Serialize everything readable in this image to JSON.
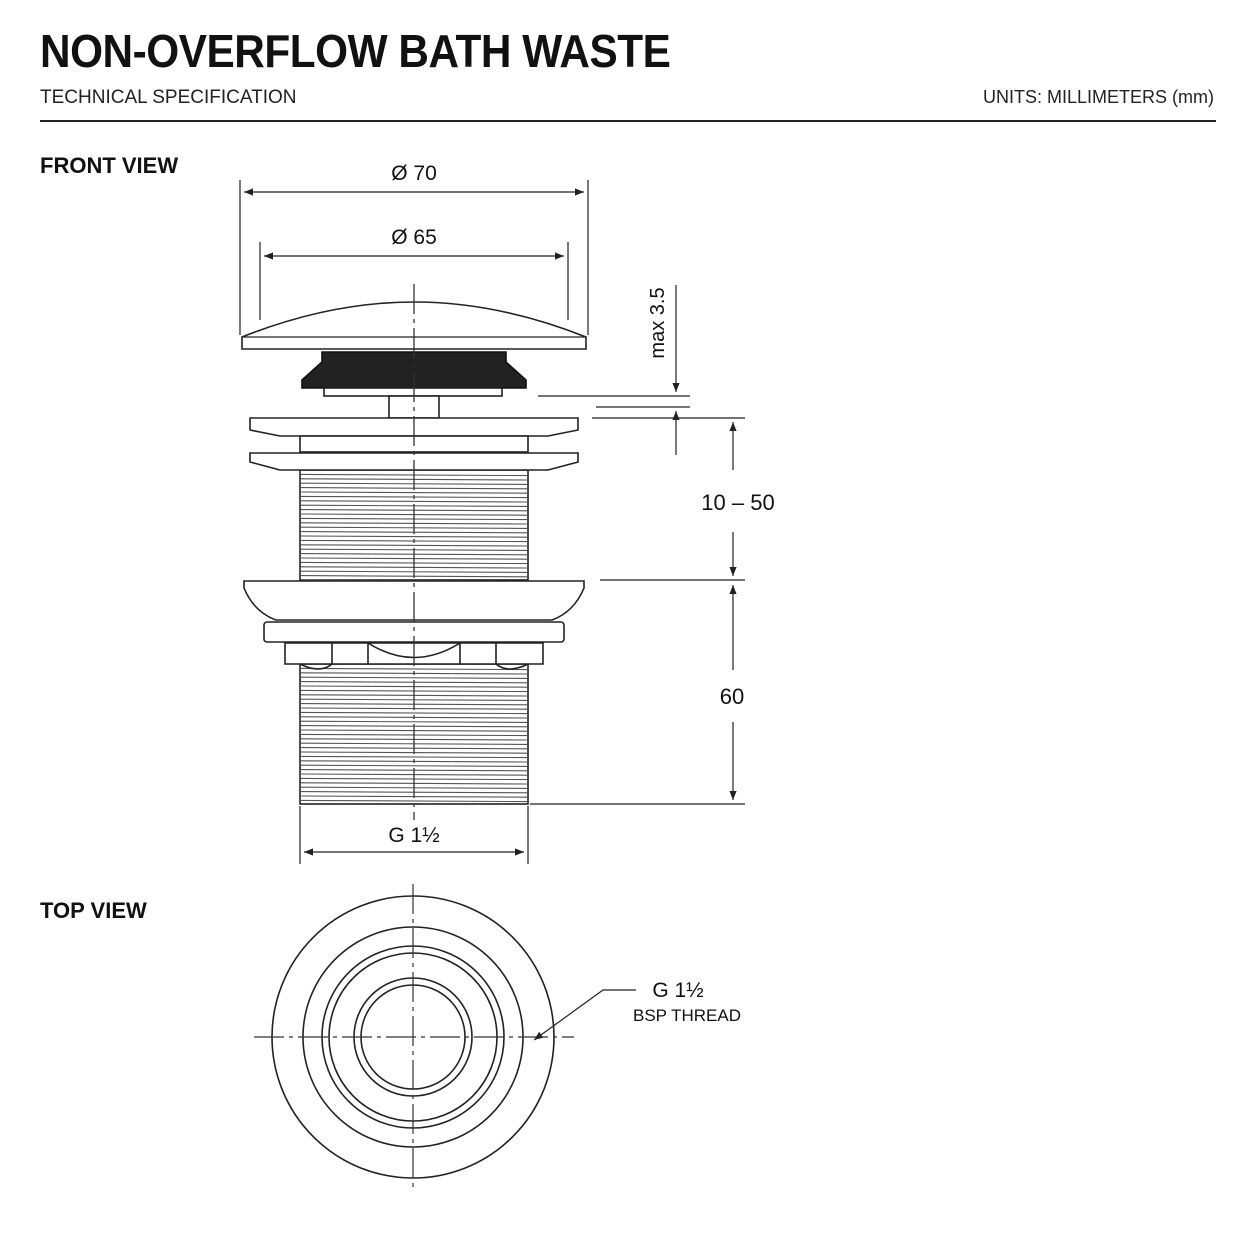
{
  "header": {
    "title": "NON-OVERFLOW BATH WASTE",
    "subtitle": "TECHNICAL SPECIFICATION",
    "units": "UNITS: MILLIMETERS (mm)"
  },
  "sections": {
    "front_view": "FRONT VIEW",
    "top_view": "TOP VIEW"
  },
  "dimensions": {
    "cap_outer_diameter": "Ø 70",
    "cap_inner_diameter": "Ø 65",
    "cap_height": "max 3.5",
    "clamping_range": "10 – 50",
    "body_length": "60",
    "thread_size": "G 1½"
  },
  "top_view_callout": {
    "thread": "G 1½",
    "thread_type": "BSP THREAD"
  }
}
